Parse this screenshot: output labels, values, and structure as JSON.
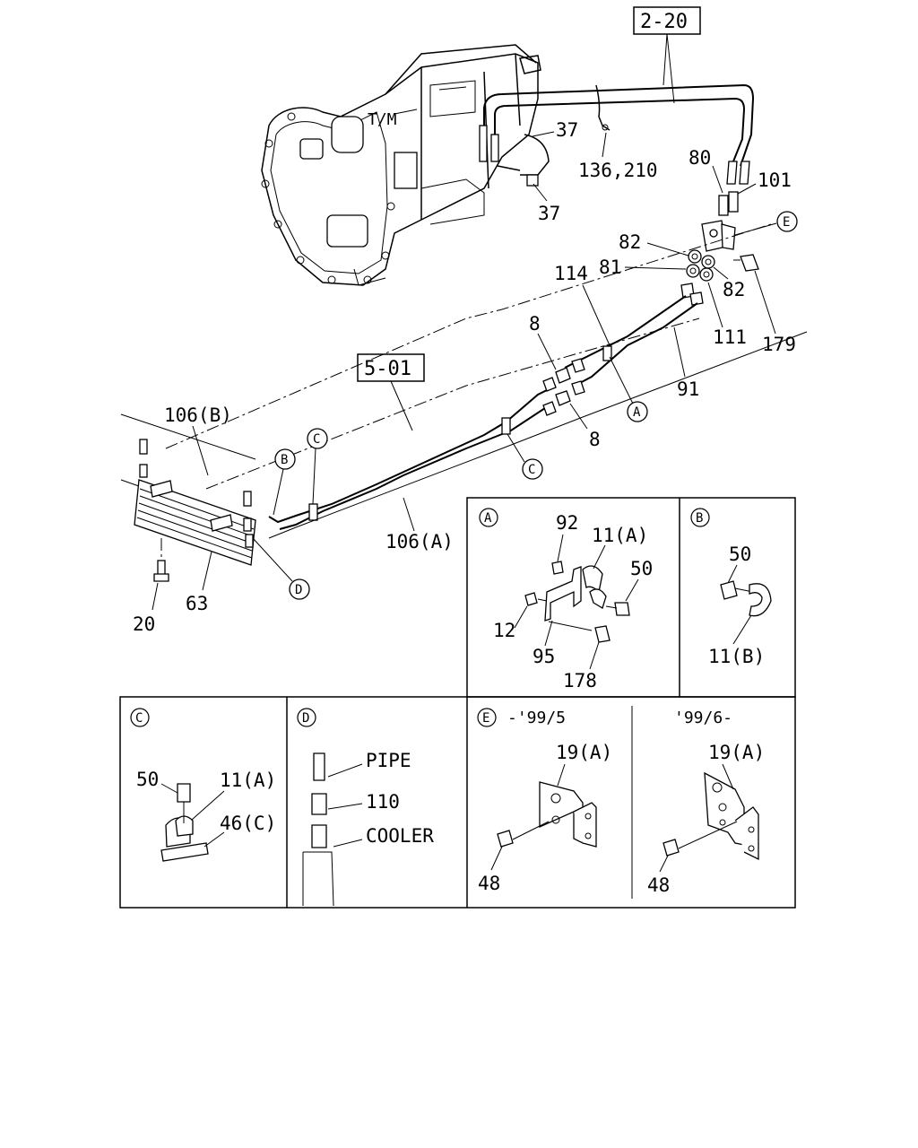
{
  "refs": {
    "ref_2_20": "2-20",
    "ref_5_01": "5-01"
  },
  "labels": {
    "tm": "T/M",
    "p37a": "37",
    "p37b": "37",
    "p136": "136,210",
    "p80": "80",
    "p101": "101",
    "p82a": "82",
    "p81": "81",
    "p82b": "82",
    "p114": "114",
    "p8a": "8",
    "p8b": "8",
    "p111": "111",
    "p179": "179",
    "p91": "91",
    "p106b": "106(B)",
    "p106a": "106(A)",
    "p20": "20",
    "p63": "63"
  },
  "callouts": {
    "a": "A",
    "b": "B",
    "c": "C",
    "d": "D",
    "e": "E"
  },
  "panels": {
    "a": {
      "badge": "A",
      "p92": "92",
      "p11a": "11(A)",
      "p50": "50",
      "p12": "12",
      "p95": "95",
      "p178": "178"
    },
    "b": {
      "badge": "B",
      "p50": "50",
      "p11b": "11(B)"
    },
    "c": {
      "badge": "C",
      "p50": "50",
      "p11a": "11(A)",
      "p46c": "46(C)"
    },
    "d": {
      "badge": "D",
      "pipe": "PIPE",
      "p110": "110",
      "cooler": "COOLER"
    },
    "e": {
      "badge": "E",
      "early": "-'99/5",
      "late": "'99/6-",
      "p19a_1": "19(A)",
      "p48_1": "48",
      "p19a_2": "19(A)",
      "p48_2": "48"
    }
  }
}
